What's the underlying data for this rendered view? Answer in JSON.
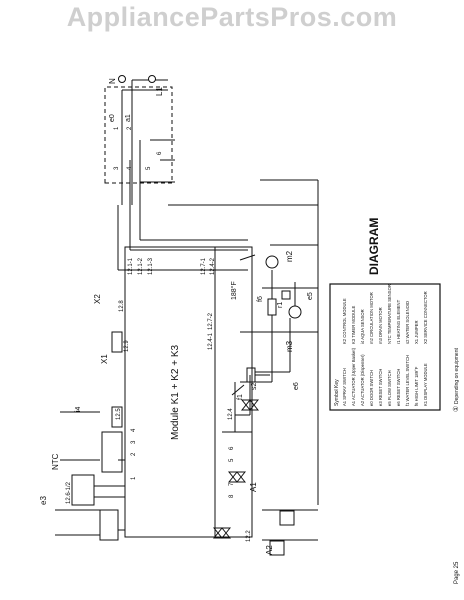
{
  "watermark": "AppliancePartsPros.com",
  "page_label": "Page 25",
  "title": "DIAGRAM",
  "module_label": "Module K1 + K2 + K3",
  "footnote": "Depending on equipment",
  "footnote_marker": "①",
  "mains": {
    "n": "N",
    "l1": "L1"
  },
  "switch": {
    "e0": "e0",
    "a1": "a1",
    "pins": [
      "1",
      "2",
      "3",
      "4",
      "5",
      "6"
    ]
  },
  "terminals": {
    "t1211": "12.1-1",
    "t1212": "12.1-2",
    "t1213": "12.1-3",
    "t1271": "12.7-1",
    "t1242": "12.4-2",
    "t1272": "12.7-2",
    "t1241": "12.4-1",
    "t128": "12.8",
    "t129": "12.9",
    "t125": "12.5",
    "t124": "12.4",
    "t1261": "12.6-1/2",
    "t122": "12.2"
  },
  "components": {
    "x2": "X2",
    "x1": "X1",
    "i4": "i4",
    "ntc": "NTC",
    "e3": "e3",
    "m2": "m2",
    "m3": "m3",
    "r1": "r1",
    "f6": "f6",
    "e5": "e5",
    "e6": "e6",
    "s2": "s2",
    "f1": "f1",
    "a1c": "A1",
    "a2": "A2",
    "temp": "188°F",
    "d": "d"
  },
  "pin_numbers": [
    "1",
    "2",
    "3",
    "4",
    "5",
    "6",
    "7",
    "8"
  ],
  "legend": {
    "heading": "Symbol Key",
    "col1": [
      "A1  SPRAY SWITCH",
      "A1  ACTUATOR (Upper Basket)",
      "A2  ACTUATOR (Dispenser)",
      "e0  DOOR SWITCH",
      "e3  RESET SWITCH",
      "e5  FLOW SWITCH",
      "e6  RESET SWITCH",
      "f1  WATER LEVEL SWITCH",
      "f6  HIGH LIMIT 189°F",
      "K1  DISPLAY MODULE"
    ],
    "col2": [
      "K2  CONTROL MODULE",
      "K3  TIMER MODULE",
      "i4  AQUA SENSOR",
      "m2  CIRCULATION MOTOR",
      "m3  DRAIN MOTOR",
      "NTC  TEMPERATURE SENSOR",
      "r1  HEATING ELEMENT",
      "s2  WATER SOLENOID",
      "X1  JUMPER",
      "X2  SERVICE CONNECTOR"
    ]
  },
  "colors": {
    "ink": "#111111",
    "watermark": "#cfcfcf",
    "paper": "#ffffff"
  }
}
